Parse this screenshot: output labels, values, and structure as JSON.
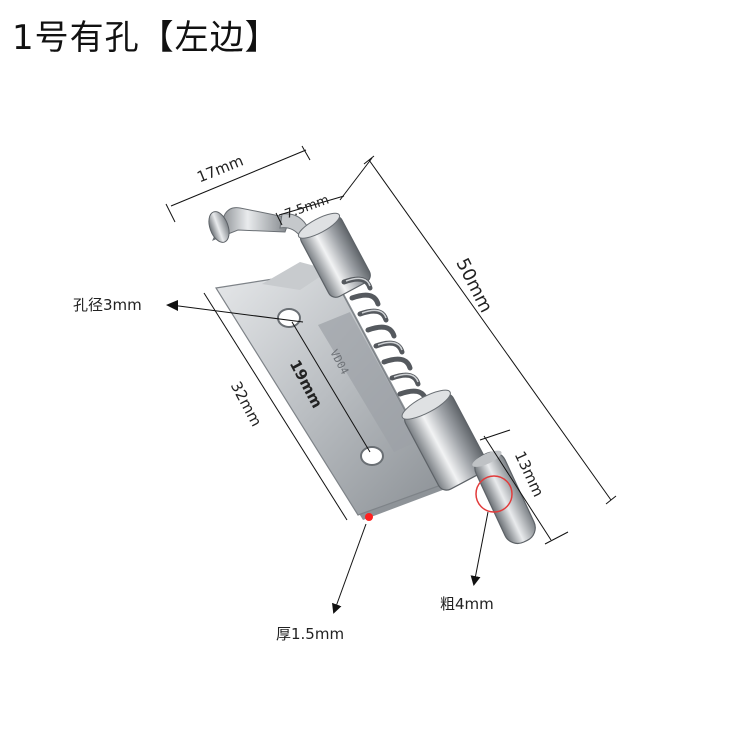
{
  "title": "1号有孔【左边】",
  "dimensions": {
    "width_top": "17mm",
    "pin_offset": "7.5mm",
    "total_length": "50mm",
    "plate_length": "32mm",
    "hole_spacing": "19mm",
    "pin_extension": "13mm",
    "hole_diameter": "孔径3mm",
    "pin_thickness": "粗4mm",
    "plate_thickness": "厚1.5mm"
  },
  "plate_stamp": "VD04",
  "colors": {
    "metal_light": "#d9dcdf",
    "metal_mid": "#a9adb2",
    "metal_dark": "#6e7378",
    "line": "#222222",
    "highlight_circle": "#e23b3b"
  }
}
